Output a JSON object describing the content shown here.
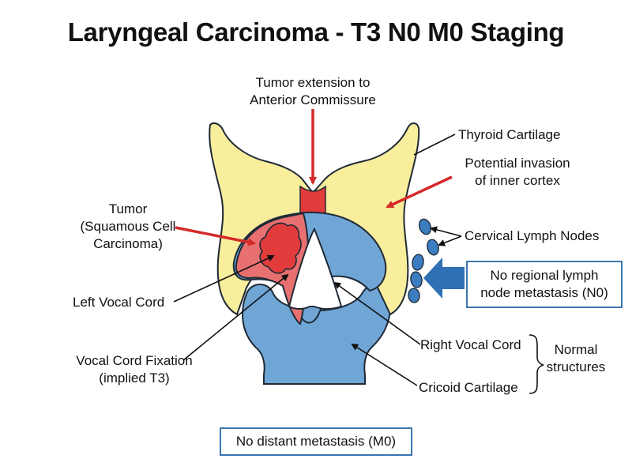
{
  "title": "Laryngeal Carcinoma - T3 N0 M0 Staging",
  "labels": {
    "tumor_extension_line1": "Tumor extension to",
    "tumor_extension_line2": "Anterior Commissure",
    "thyroid_cartilage": "Thyroid Cartilage",
    "potential_invasion_line1": "Potential invasion",
    "potential_invasion_line2": "of inner cortex",
    "tumor_line1": "Tumor",
    "tumor_line2": "(Squamous Cell",
    "tumor_line3": "Carcinoma)",
    "cervical_lymph_nodes": "Cervical Lymph Nodes",
    "left_vocal_cord": "Left Vocal Cord",
    "vocal_cord_fixation_line1": "Vocal Cord Fixation",
    "vocal_cord_fixation_line2": "(implied T3)",
    "right_vocal_cord": "Right Vocal Cord",
    "cricoid_cartilage": "Cricoid Cartilage",
    "normal_structures_line1": "Normal",
    "normal_structures_line2": "structures"
  },
  "boxes": {
    "n0_line1": "No regional lymph",
    "n0_line2": "node metastasis (N0)",
    "m0": "No distant metastasis (M0)"
  },
  "colors": {
    "thyroid_fill": "#f9ee9c",
    "cricoid_fill": "#6fa6d6",
    "tumor_fill": "#e87070",
    "tumor_core": "#e23b3b",
    "arrow_red": "#d42a2a",
    "arrow_blue": "#2f6fb3",
    "lymph_node": "#3c7cc0"
  }
}
